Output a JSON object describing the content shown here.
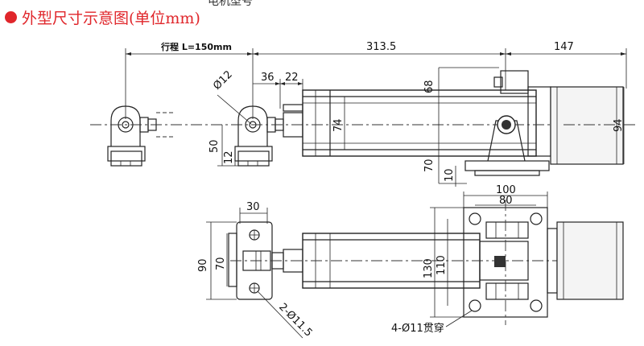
{
  "header": {
    "cut_text": "电机型号",
    "title": "外型尺寸示意图(单位mm)",
    "title_color": "#e0262b"
  },
  "stroke_label": "行程 L=150mm",
  "dims": {
    "d_313_5": "313.5",
    "d_147": "147",
    "d_36": "36",
    "d_22": "22",
    "d_phi12": "Ø12",
    "d_68": "68",
    "d_74": "74",
    "d_94": "94",
    "d_50": "50",
    "d_12": "12",
    "d_70_side": "70",
    "d_10": "10",
    "d_30": "30",
    "d_90": "90",
    "d_70_top": "70",
    "d_100": "100",
    "d_80": "80",
    "d_130": "130",
    "d_110": "110",
    "d_2phi11_5": "2-Ø11.5"
  },
  "callout": "4-Ø11贯穿"
}
